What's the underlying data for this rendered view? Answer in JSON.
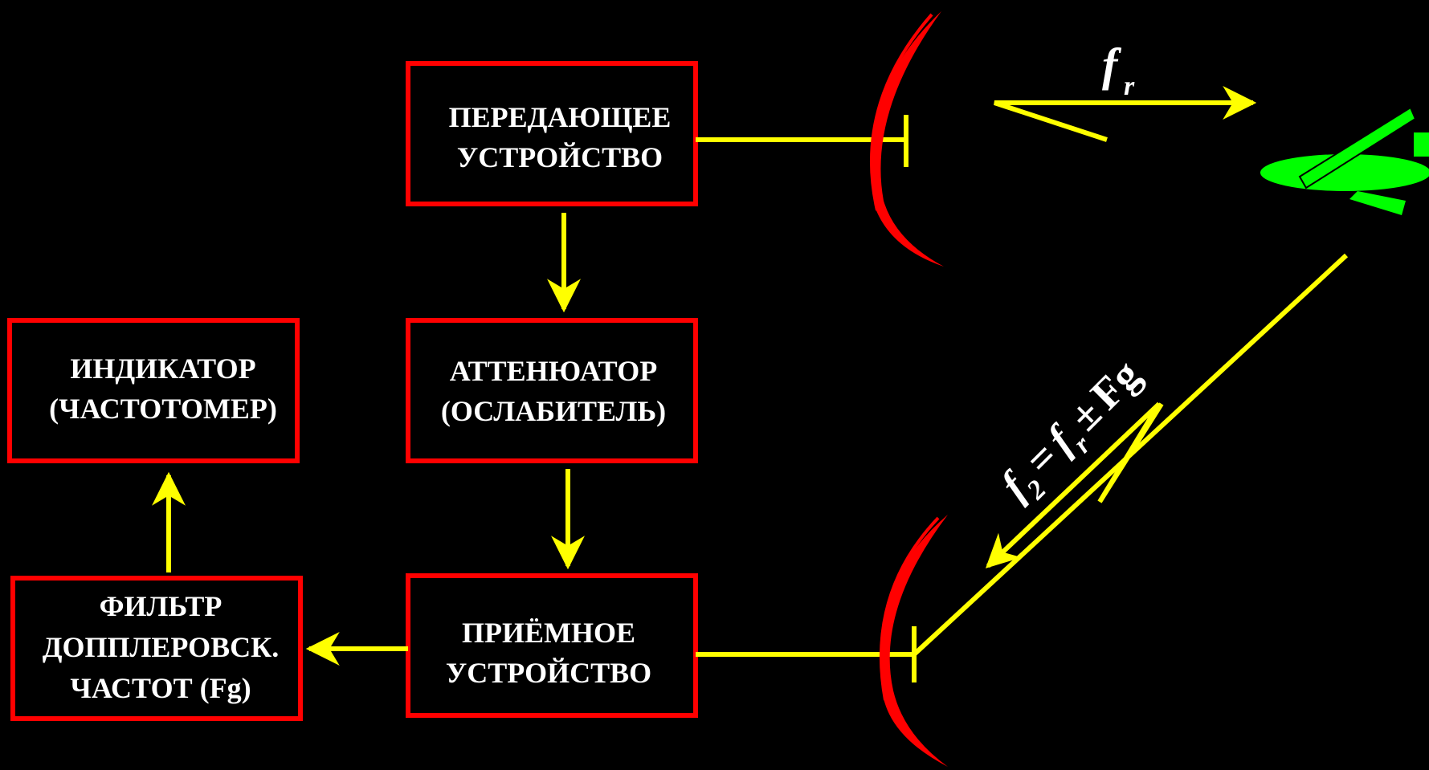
{
  "blocks": {
    "transmitter": {
      "lines": [
        "ПЕРЕДАЮЩЕЕ",
        "УСТРОЙСТВО"
      ]
    },
    "attenuator": {
      "lines": [
        "АТТЕНЮАТОР",
        "(ОСЛАБИТЕЛЬ)"
      ]
    },
    "receiver": {
      "lines": [
        "ПРИЁМНОЕ",
        "УСТРОЙСТВО"
      ]
    },
    "indicator": {
      "lines": [
        "ИНДИКАТОР",
        "(ЧАСТОТОМЕР)"
      ]
    },
    "doppler_filter": {
      "lines": [
        "ФИЛЬТР",
        "ДОППЛЕРОВСК.",
        "ЧАСТОТ (Fg)"
      ]
    }
  },
  "signals": {
    "transmitted": {
      "symbol": "f",
      "subscript": "r"
    },
    "reflected": {
      "symbol": "f",
      "subscript": "2",
      "equals": "=",
      "rhs_symbol": "f",
      "rhs_subscript": "r",
      "operator": "±",
      "doppler": "Fg"
    }
  },
  "colors": {
    "background": "#000000",
    "block_border": "#ff0000",
    "arrow": "#ffff00",
    "antenna": "#ff0000",
    "target": "#00ff00",
    "text": "#ffffff"
  }
}
